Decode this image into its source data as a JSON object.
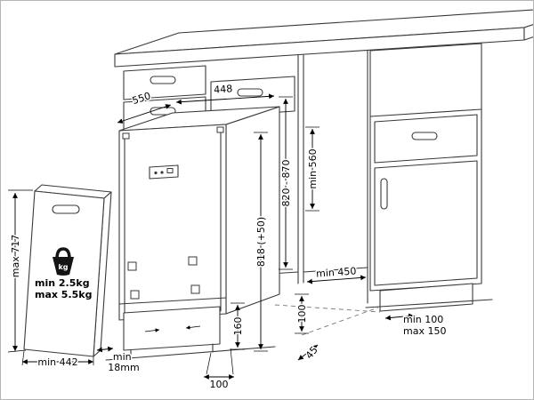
{
  "palette": {
    "background": "#ffffff",
    "drawing_line": "#3a3a3a",
    "dimension_line": "#000000"
  },
  "dimensions": {
    "top_depth": "550",
    "niche_width": "448",
    "niche_depth": "min 560",
    "niche_height": "820 - 870",
    "appliance_height": "818 (+50)",
    "panel_max_height": "max 717",
    "panel_min_width": "min 442",
    "panel_thickness_line1": "min",
    "panel_thickness_line2": "18mm",
    "base_height": "160",
    "plinth_depth": "100",
    "side_clearance": "min 450",
    "rear_gap": "100",
    "toe_kick": "45",
    "plinth_recess_line1": "min 100",
    "plinth_recess_line2": "max 150"
  },
  "door_panel": {
    "weight_line1": "min  2.5kg",
    "weight_line2": "max 5.5kg",
    "weight_unit": "kg"
  }
}
